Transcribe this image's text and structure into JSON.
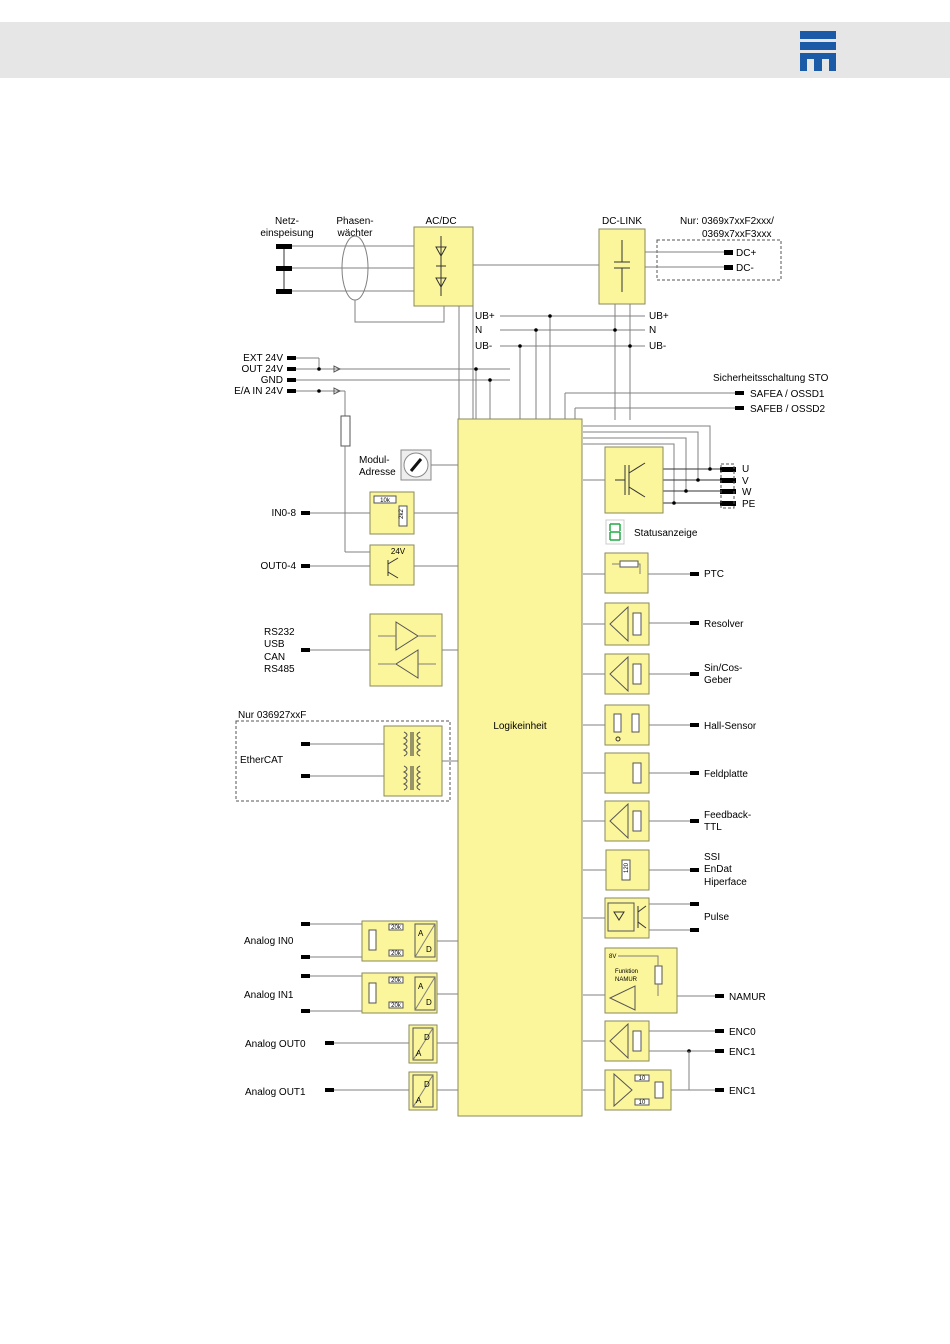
{
  "header": {
    "logo": "sew-logo-icon"
  },
  "labels": {
    "netz": [
      "Netz-",
      "einspeisung"
    ],
    "phasen": [
      "Phasen-",
      "wächter"
    ],
    "acdc": "AC/DC",
    "dclink": "DC-LINK",
    "nur1": [
      "Nur: 0369x7xxF2xxx/",
      "0369x7xxF3xxx"
    ],
    "dcplus": "DC+",
    "dcminus": "DC-",
    "ubplus_l": "UB+",
    "n_l": "N",
    "ubminus_l": "UB-",
    "ubplus_r": "UB+",
    "n_r": "N",
    "ubminus_r": "UB-",
    "ext24": "EXT 24V",
    "out24": "OUT 24V",
    "gnd": "GND",
    "ea24": "E/A IN 24V",
    "sto": "Sicherheitsschaltung STO",
    "safea": "SAFEA / OSSD1",
    "safeb": "SAFEB / OSSD2",
    "modul": [
      "Modul-",
      "Adresse"
    ],
    "u": "U",
    "v": "V",
    "w": "W",
    "pe": "PE",
    "in08": "IN0-8",
    "r10k": "10k",
    "r2k2": "2k2",
    "status": "Statusanzeige",
    "out04": "OUT0-4",
    "v24": "24V",
    "ptc": "PTC",
    "rs": [
      "RS232",
      "USB",
      "CAN",
      "RS485"
    ],
    "resolver": "Resolver",
    "sincos": [
      "Sin/Cos-",
      "Geber"
    ],
    "nur2": "Nur 036927xxF",
    "ethercat": "EtherCAT",
    "logik": "Logikeinheit",
    "hall": "Hall-Sensor",
    "feldplatte": "Feldplatte",
    "feedback": [
      "Feedback-",
      "TTL"
    ],
    "ssi": [
      "SSI",
      "EnDat",
      "Hiperface"
    ],
    "pulse": "Pulse",
    "ain0": "Analog IN0",
    "ain1": "Analog IN1",
    "r20k": "20k",
    "a": "A",
    "d": "D",
    "v8": "8V",
    "funktion": [
      "Funktion",
      "NAMUR"
    ],
    "namur": "NAMUR",
    "aout0": "Analog OUT0",
    "aout1": "Analog OUT1",
    "enc0": "ENC0",
    "enc1a": "ENC1",
    "enc1b": "ENC1",
    "r120": "120",
    "r10": "10"
  },
  "colors": {
    "block": "#fbf59c",
    "header": "#e6e6e6",
    "logo": "#1b5aa6",
    "status": "#22aa44"
  }
}
